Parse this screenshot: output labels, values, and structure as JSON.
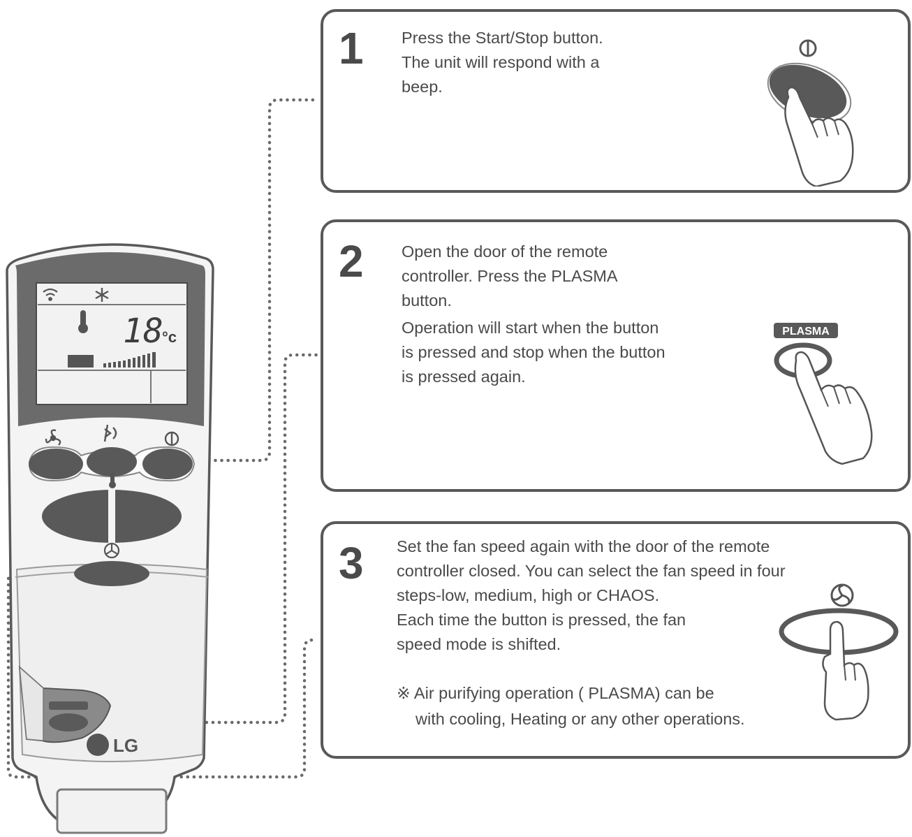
{
  "remote": {
    "display_temp": "18",
    "display_unit": "°c",
    "brand": "LG"
  },
  "steps": [
    {
      "number": "1",
      "lines": [
        "Press the Start/Stop button.",
        "The unit will respond with a",
        "beep."
      ]
    },
    {
      "number": "2",
      "lines": [
        "Open the door of the remote",
        "controller. Press the PLASMA",
        "button."
      ],
      "lines_extra": [
        "Operation will start when the button",
        "is pressed and stop when the button",
        "is pressed again."
      ],
      "button_label": "PLASMA"
    },
    {
      "number": "3",
      "lines": [
        "Set the fan speed again with the door of the remote",
        "controller closed. You can select the fan speed in four",
        "steps-low, medium, high or CHAOS.",
        "Each time the button is pressed, the fan",
        "speed mode is shifted."
      ],
      "note_lines": [
        "※ Air purifying operation ( PLASMA) can be",
        "with cooling, Heating or any other operations."
      ]
    }
  ],
  "colors": {
    "outline": "#595959",
    "button_fill": "#595959",
    "display_bg": "#f2f2f2",
    "display_frame": "#6b6b6b",
    "remote_body": "#f4f4f4",
    "text": "#4a4a4a"
  },
  "icons": [
    "wifi-icon",
    "snowflake-icon",
    "thermometer-icon",
    "fan-icon",
    "swing-icon",
    "power-icon",
    "hand-icon"
  ]
}
